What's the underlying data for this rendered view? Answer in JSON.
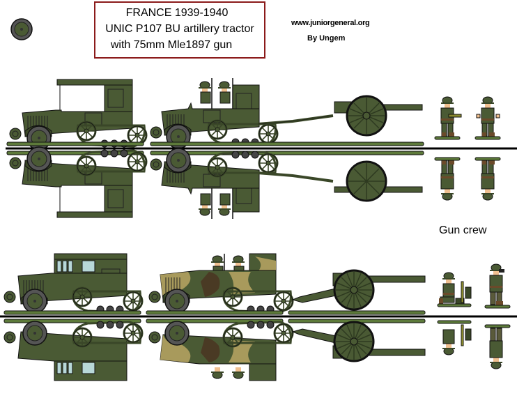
{
  "header": {
    "title_lines": [
      "FRANCE 1939-1940",
      "UNIC P107 BU artillery tractor",
      "with 75mm Mle1897 gun"
    ],
    "site": "www.juniorgeneral.org",
    "author": "By Ungem"
  },
  "labels": {
    "gun_crew": "Gun crew"
  },
  "colors": {
    "olive": "#4a5a34",
    "olive_dark": "#3a4728",
    "olive_light": "#6b7d3e",
    "base_green": "#5d7a3a",
    "tire": "#555555",
    "outline": "#111111",
    "frame_border": "#8b1a1a",
    "camo_tan": "#a89a5c",
    "camo_brown": "#4a3a24",
    "glass": "#b8d8d8"
  },
  "rows": [
    {
      "name": "row-1",
      "items": [
        "covered-tractor",
        "open-tractor-with-crew-towing-gun",
        "crewman-with-shell",
        "crewman-gesturing"
      ]
    },
    {
      "name": "row-2",
      "items": [
        "cab-tractor",
        "camo-tractor-with-crew",
        "75mm-gun",
        "kneeling-crewman",
        "crewman-with-binoculars"
      ]
    }
  ]
}
